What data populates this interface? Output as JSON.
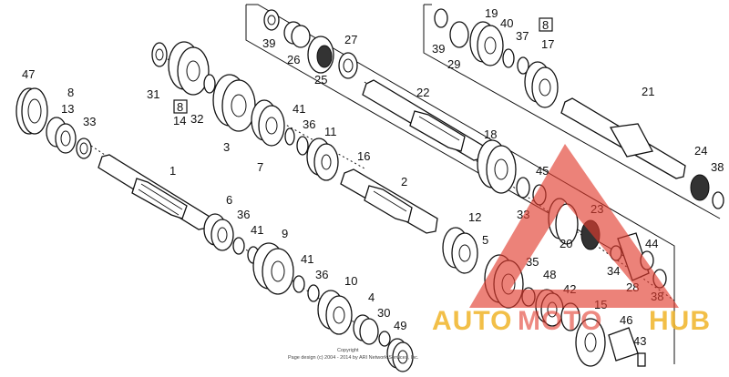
{
  "diagram": {
    "parts": [
      {
        "id": "part-47",
        "label": "47"
      },
      {
        "id": "part-8-left",
        "label": "8"
      },
      {
        "id": "part-13",
        "label": "13"
      },
      {
        "id": "part-33-left",
        "label": "33"
      },
      {
        "id": "part-1",
        "label": "1"
      },
      {
        "id": "part-31",
        "label": "31"
      },
      {
        "id": "part-8-box-left",
        "label": "8"
      },
      {
        "id": "part-14",
        "label": "14"
      },
      {
        "id": "part-32",
        "label": "32"
      },
      {
        "id": "part-3",
        "label": "3"
      },
      {
        "id": "part-7",
        "label": "7"
      },
      {
        "id": "part-41-top",
        "label": "41"
      },
      {
        "id": "part-36-top",
        "label": "36"
      },
      {
        "id": "part-11",
        "label": "11"
      },
      {
        "id": "part-16",
        "label": "16"
      },
      {
        "id": "part-39-mid",
        "label": "39"
      },
      {
        "id": "part-26",
        "label": "26"
      },
      {
        "id": "part-27",
        "label": "27"
      },
      {
        "id": "part-25",
        "label": "25"
      },
      {
        "id": "part-22",
        "label": "22"
      },
      {
        "id": "part-18",
        "label": "18"
      },
      {
        "id": "part-2",
        "label": "2"
      },
      {
        "id": "part-6",
        "label": "6"
      },
      {
        "id": "part-36-mid",
        "label": "36"
      },
      {
        "id": "part-41-mid",
        "label": "41"
      },
      {
        "id": "part-9",
        "label": "9"
      },
      {
        "id": "part-41-low",
        "label": "41"
      },
      {
        "id": "part-36-low",
        "label": "36"
      },
      {
        "id": "part-10",
        "label": "10"
      },
      {
        "id": "part-4",
        "label": "4"
      },
      {
        "id": "part-30",
        "label": "30"
      },
      {
        "id": "part-49",
        "label": "49"
      },
      {
        "id": "part-12",
        "label": "12"
      },
      {
        "id": "part-5",
        "label": "5"
      },
      {
        "id": "part-35",
        "label": "35"
      },
      {
        "id": "part-33-mid",
        "label": "33"
      },
      {
        "id": "part-45",
        "label": "45"
      },
      {
        "id": "part-20",
        "label": "20"
      },
      {
        "id": "part-23",
        "label": "23"
      },
      {
        "id": "part-48",
        "label": "48"
      },
      {
        "id": "part-42",
        "label": "42"
      },
      {
        "id": "part-34",
        "label": "34"
      },
      {
        "id": "part-28",
        "label": "28"
      },
      {
        "id": "part-44",
        "label": "44"
      },
      {
        "id": "part-38-low",
        "label": "38"
      },
      {
        "id": "part-15",
        "label": "15"
      },
      {
        "id": "part-46",
        "label": "46"
      },
      {
        "id": "part-43",
        "label": "43"
      },
      {
        "id": "part-39-right",
        "label": "39"
      },
      {
        "id": "part-19",
        "label": "19"
      },
      {
        "id": "part-40",
        "label": "40"
      },
      {
        "id": "part-37",
        "label": "37"
      },
      {
        "id": "part-8-box-right",
        "label": "8"
      },
      {
        "id": "part-17",
        "label": "17"
      },
      {
        "id": "part-29",
        "label": "29"
      },
      {
        "id": "part-21",
        "label": "21"
      },
      {
        "id": "part-24",
        "label": "24"
      },
      {
        "id": "part-38-right",
        "label": "38"
      }
    ],
    "copyright_line1": "Copyright",
    "copyright_line2": "Page design (c) 2004 - 2014 by ARI Network Services, Inc."
  },
  "watermark": {
    "text_part1": "AUTO",
    "text_part2": "MOTO",
    "text_part3": "HUB",
    "colors": {
      "triangle": "#e23b2e",
      "auto": "#f0b429",
      "moto": "#e23b2e",
      "hub": "#f0b429"
    }
  }
}
